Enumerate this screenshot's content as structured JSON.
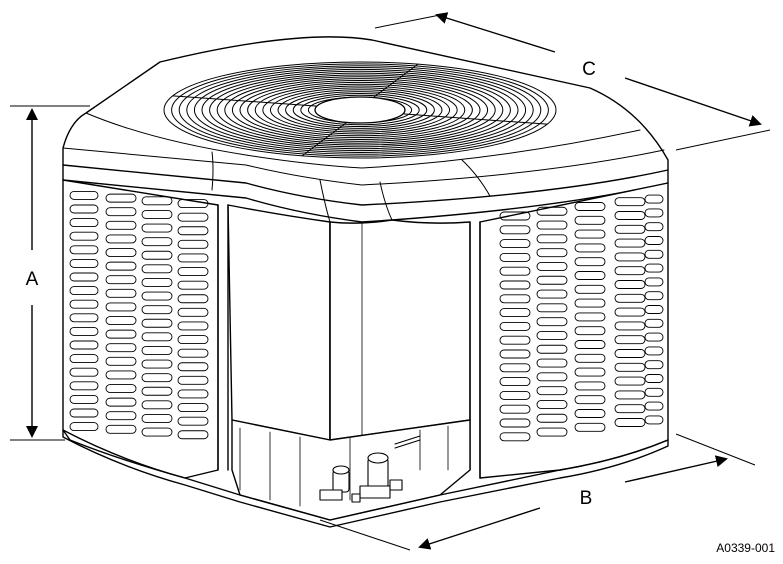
{
  "labels": {
    "height": "A",
    "width": "B",
    "depth": "C",
    "figure_id": "A0339-001"
  },
  "colors": {
    "line": "#000000",
    "background": "#ffffff"
  },
  "components": {
    "fan_grille": "fan-grille",
    "louvered_panels": "louvered-coil-guard",
    "service_valves": "service-valves"
  }
}
